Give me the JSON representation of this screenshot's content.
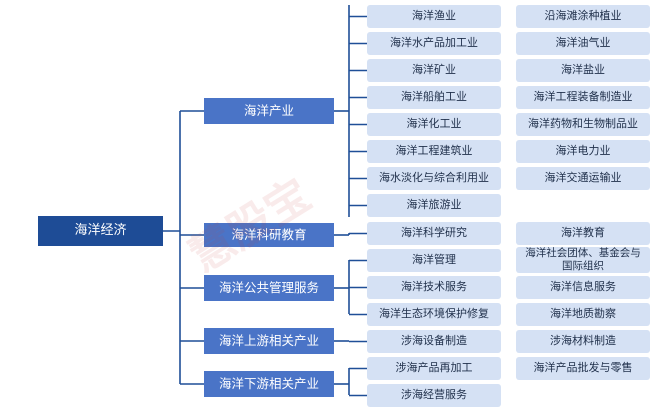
{
  "colors": {
    "root_bg": "#1e4c96",
    "category_bg": "#4a74c7",
    "leaf_bg": "#d5e1f4",
    "connector": "#1f4f97"
  },
  "diagram": {
    "root": "海洋经济",
    "groups": [
      {
        "label": "海洋产业",
        "left_items": [
          "海洋渔业",
          "海洋水产品加工业",
          "海洋矿业",
          "海洋船舶工业",
          "海洋化工业",
          "海洋工程建筑业",
          "海水淡化与综合利用业",
          "海洋旅游业"
        ],
        "right_items": [
          "沿海滩涂种植业",
          "海洋油气业",
          "海洋盐业",
          "海洋工程装备制造业",
          "海洋药物和生物制品业",
          "海洋电力业",
          "海洋交通运输业"
        ]
      },
      {
        "label": "海洋科研教育",
        "left_items": [
          "海洋科学研究"
        ],
        "right_items": [
          "海洋教育"
        ]
      },
      {
        "label": "海洋公共管理服务",
        "left_items": [
          "海洋管理",
          "海洋技术服务",
          "海洋生态环境保护修复"
        ],
        "right_items": [
          "海洋社会团体、基金会与国际组织",
          "海洋信息服务",
          "海洋地质勘察"
        ]
      },
      {
        "label": "海洋上游相关产业",
        "left_items": [
          "涉海设备制造"
        ],
        "right_items": [
          "涉海材料制造"
        ]
      },
      {
        "label": "海洋下游相关产业",
        "left_items": [
          "涉海产品再加工",
          "涉海经营服务"
        ],
        "right_items": [
          "海洋产品批发与零售"
        ]
      }
    ]
  },
  "watermark": "慧股宝"
}
